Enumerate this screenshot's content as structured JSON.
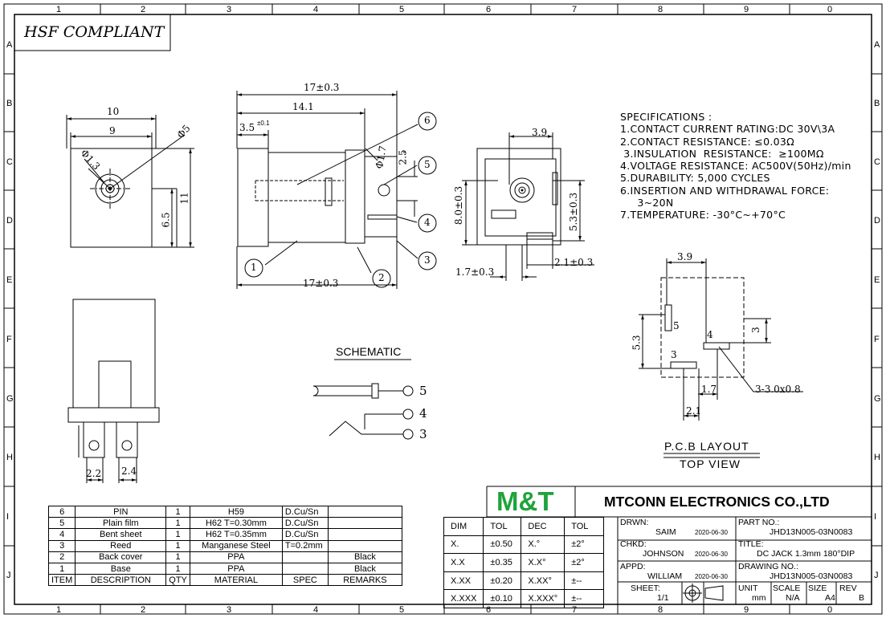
{
  "grid": {
    "columns": [
      "1",
      "2",
      "3",
      "4",
      "5",
      "6",
      "7",
      "8",
      "9",
      "0"
    ],
    "rows": [
      "A",
      "B",
      "C",
      "D",
      "E",
      "F",
      "G",
      "H",
      "I",
      "J"
    ]
  },
  "header": {
    "compliance": "HSF COMPLIANT"
  },
  "dimensions": {
    "front_width_10": "10",
    "front_width_9": "9",
    "phi_5": "Φ5",
    "phi_1_3": "Φ1.3",
    "height_11": "11",
    "height_6_5": "6.5",
    "side_total_top": "17±0.3",
    "side_14_1": "14.1",
    "side_3_5": "3.5",
    "side_tol_small": "±0.1",
    "side_phi_1_7": "Φ1.7",
    "side_2_5": "2.5",
    "side_total_bottom": "17±0.3",
    "rear_3_9": "3.9",
    "rear_8": "8.0±0.3",
    "rear_5_3": "5.3±0.3",
    "rear_1_7": "1.7±0.3",
    "rear_2_1": "2.1±0.3",
    "pcb_3_9": "3.9",
    "pcb_5_3": "5.3",
    "pcb_3": "3",
    "pcb_1_7": "1.7",
    "pcb_2_1": "2.1",
    "pcb_holes": "3-3.0x0.8",
    "bottom_2_2": "2.2",
    "bottom_2_4": "2.4"
  },
  "balloons": [
    "1",
    "2",
    "3",
    "4",
    "5",
    "6"
  ],
  "pcb_pins": {
    "p3": "3",
    "p4": "4",
    "p5": "5"
  },
  "schematic": {
    "title": "SCHEMATIC",
    "pin5": "5",
    "pin4": "4",
    "pin3": "3"
  },
  "pcb_layout": {
    "title": "P.C.B LAYOUT",
    "subtitle": "TOP VIEW"
  },
  "specifications": {
    "heading": "SPECIFICATIONS :",
    "lines": [
      "1.CONTACT  CURRENT  RATING:DC  30V\\3A",
      "2.CONTACT  RESISTANCE:  ≤0.03Ω",
      " 3.INSULATION  RESISTANCE:  ≥100MΩ",
      "4.VOLTAGE  RESISTANCE:  AC500V(50Hz)/min",
      "5.DURABILITY:  5,000  CYCLES",
      "6.INSERTION  AND  WITHDRAWAL  FORCE:",
      "     3~20N",
      "7.TEMPERATURE:  -30°C~+70°C"
    ]
  },
  "bom": {
    "header": [
      "ITEM",
      "DESCRIPTION",
      "QTY",
      "MATERIAL",
      "SPEC",
      "REMARKS"
    ],
    "rows": [
      [
        "6",
        "PIN",
        "1",
        "H59",
        "D.Cu/Sn",
        ""
      ],
      [
        "5",
        "Plain  film",
        "1",
        "H62  T=0.30mm",
        "D.Cu/Sn",
        ""
      ],
      [
        "4",
        "Bent  sheet",
        "1",
        "H62  T=0.35mm",
        "D.Cu/Sn",
        ""
      ],
      [
        "3",
        "Reed",
        "1",
        "Manganese  Steel",
        "T=0.2mm",
        ""
      ],
      [
        "2",
        "Back  cover",
        "1",
        "PPA",
        "",
        "Black"
      ],
      [
        "1",
        "Base",
        "1",
        "PPA",
        "",
        "Black"
      ]
    ]
  },
  "tolerance": {
    "header": [
      "DIM",
      "TOL",
      "DEC",
      "TOL"
    ],
    "rows": [
      [
        "X.",
        "±0.50",
        "X.°",
        "±2°"
      ],
      [
        "X.X",
        "±0.35",
        "X.X°",
        "±2°"
      ],
      [
        "X.XX",
        "±0.20",
        "X.XX°",
        "±--"
      ],
      [
        "X.XXX",
        "±0.10",
        "X.XXX°",
        "±--"
      ]
    ]
  },
  "title_block": {
    "logo": "M&T",
    "company": "MTCONN ELECTRONICS CO.,LTD",
    "drwn_label": "DRWN:",
    "drwn_name": "SAIM",
    "drwn_date": "2020-06-30",
    "chkd_label": "CHKD:",
    "chkd_name": "JOHNSON",
    "chkd_date": "2020-06-30",
    "appd_label": "APPD:",
    "appd_name": "WILLIAM",
    "appd_date": "2020-06-30",
    "sheet_label": "SHEET:",
    "sheet_value": "1/1",
    "part_label": "PART NO.:",
    "part_value": "JHD13N005-03N0083",
    "title_label": "TITLE:",
    "title_value": "DC  JACK  1.3mm  180°DIP",
    "drawing_label": "DRAWING NO.:",
    "drawing_value": "JHD13N005-03N0083",
    "unit_label": "UNIT",
    "unit_value": "mm",
    "scale_label": "SCALE",
    "scale_value": "N/A",
    "size_label": "SIZE",
    "size_value": "A4",
    "rev_label": "REV",
    "rev_value": "B"
  },
  "colors": {
    "logo_green": "#1fa33a",
    "line": "#000000"
  }
}
